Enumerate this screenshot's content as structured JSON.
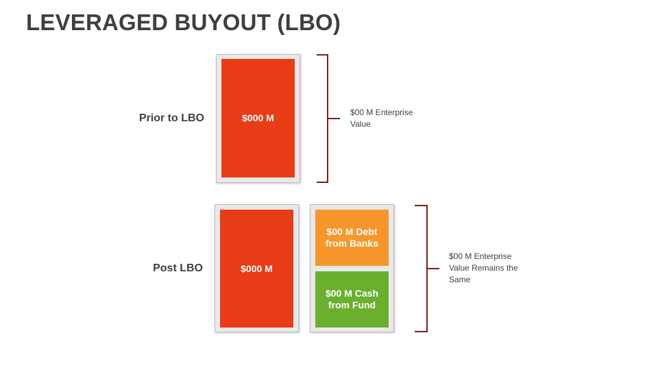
{
  "title": "LEVERAGED BUYOUT (LBO)",
  "colors": {
    "equity_red": "#e83c17",
    "debt_orange": "#f7962b",
    "cash_green": "#6aaf2e",
    "brace": "#7a1f12"
  },
  "prior": {
    "label": "Prior to LBO",
    "block": "$000 M",
    "annotation": "$00 M Enterprise Value"
  },
  "post": {
    "label": "Post LBO",
    "block": "$000 M",
    "debt": "$00 M Debt from Banks",
    "cash": "$00 M Cash from Fund",
    "annotation": "$00 M Enterprise Value Remains the Same"
  }
}
